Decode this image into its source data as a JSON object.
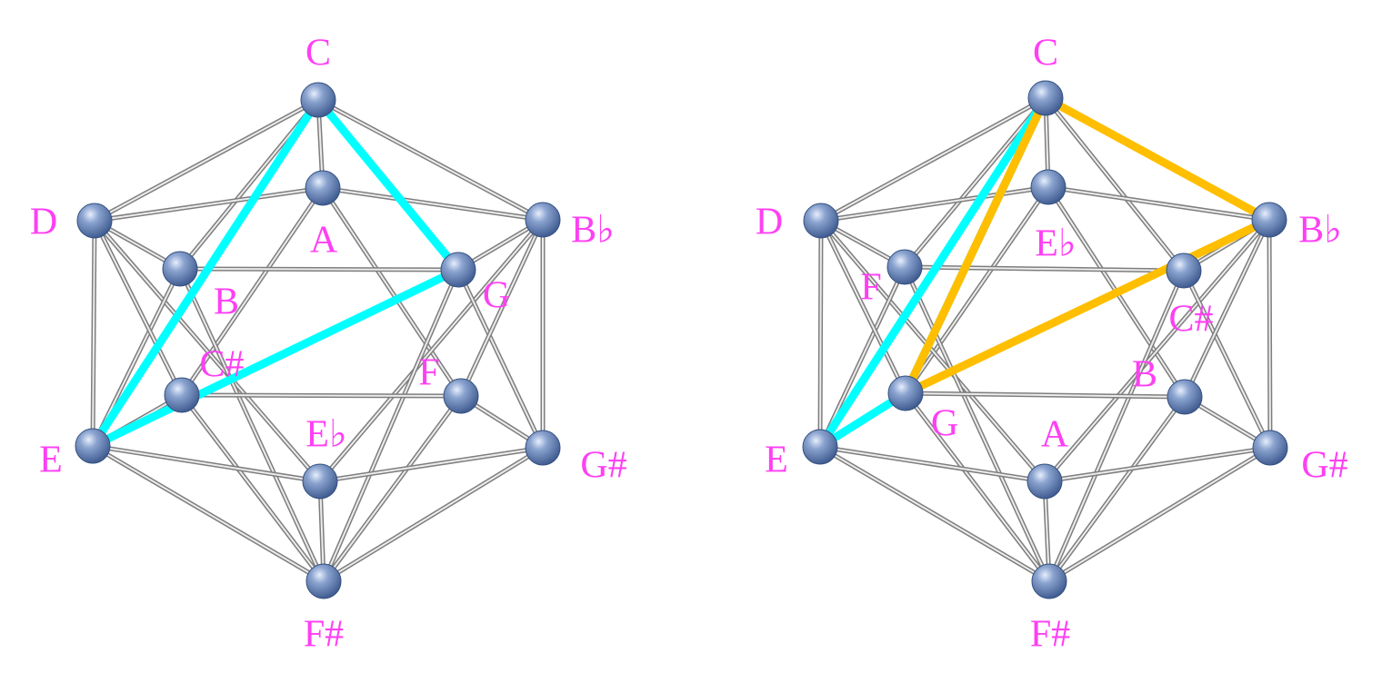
{
  "diagrams": [
    {
      "id": "left",
      "nodes": [
        {
          "id": "top",
          "label": "C"
        },
        {
          "id": "upper_center",
          "label": "A"
        },
        {
          "id": "upper_left",
          "label": "D"
        },
        {
          "id": "upper_right",
          "label": "B♭"
        },
        {
          "id": "inner_upper_left",
          "label": "B"
        },
        {
          "id": "inner_upper_right",
          "label": "G"
        },
        {
          "id": "inner_lower_left",
          "label": "C#"
        },
        {
          "id": "inner_lower_right",
          "label": "F"
        },
        {
          "id": "lower_left",
          "label": "E"
        },
        {
          "id": "lower_right",
          "label": "G#"
        },
        {
          "id": "lower_center",
          "label": "E♭"
        },
        {
          "id": "bottom",
          "label": "F#"
        }
      ],
      "highlights": [
        {
          "color": "#00ffff",
          "path": [
            "C",
            "G",
            "E"
          ],
          "closed": true
        }
      ]
    },
    {
      "id": "right",
      "nodes": [
        {
          "id": "top",
          "label": "C"
        },
        {
          "id": "upper_center",
          "label": "E♭"
        },
        {
          "id": "upper_left",
          "label": "D"
        },
        {
          "id": "upper_right",
          "label": "B♭"
        },
        {
          "id": "inner_upper_left",
          "label": "F"
        },
        {
          "id": "inner_upper_right",
          "label": "C#"
        },
        {
          "id": "inner_lower_left",
          "label": "G"
        },
        {
          "id": "inner_lower_right",
          "label": "B"
        },
        {
          "id": "lower_left",
          "label": "E"
        },
        {
          "id": "lower_right",
          "label": "G#"
        },
        {
          "id": "lower_center",
          "label": "A"
        },
        {
          "id": "bottom",
          "label": "F#"
        }
      ],
      "highlights": [
        {
          "color": "#00ffff",
          "path": [
            "C",
            "G",
            "E"
          ],
          "closed": true
        },
        {
          "color": "#ffbf00",
          "path": [
            "C",
            "G",
            "B♭"
          ],
          "closed": true
        }
      ]
    }
  ],
  "edges": [
    [
      "top",
      "upper_left"
    ],
    [
      "top",
      "upper_right"
    ],
    [
      "top",
      "upper_center"
    ],
    [
      "top",
      "inner_upper_left"
    ],
    [
      "top",
      "inner_upper_right"
    ],
    [
      "upper_center",
      "upper_left"
    ],
    [
      "upper_center",
      "upper_right"
    ],
    [
      "upper_center",
      "inner_lower_left"
    ],
    [
      "upper_center",
      "inner_lower_right"
    ],
    [
      "upper_left",
      "inner_upper_left"
    ],
    [
      "upper_left",
      "lower_left"
    ],
    [
      "upper_left",
      "lower_center"
    ],
    [
      "upper_right",
      "inner_upper_right"
    ],
    [
      "upper_right",
      "lower_right"
    ],
    [
      "upper_right",
      "lower_center"
    ],
    [
      "inner_upper_left",
      "inner_upper_right"
    ],
    [
      "inner_upper_left",
      "lower_left"
    ],
    [
      "inner_upper_left",
      "bottom"
    ],
    [
      "inner_upper_right",
      "lower_right"
    ],
    [
      "inner_upper_right",
      "bottom"
    ],
    [
      "inner_lower_left",
      "inner_lower_right"
    ],
    [
      "inner_lower_left",
      "upper_left"
    ],
    [
      "inner_lower_left",
      "lower_left"
    ],
    [
      "inner_lower_left",
      "bottom"
    ],
    [
      "inner_lower_right",
      "upper_right"
    ],
    [
      "inner_lower_right",
      "lower_right"
    ],
    [
      "inner_lower_right",
      "bottom"
    ],
    [
      "lower_left",
      "lower_center"
    ],
    [
      "lower_left",
      "bottom"
    ],
    [
      "lower_right",
      "lower_center"
    ],
    [
      "lower_right",
      "bottom"
    ],
    [
      "lower_center",
      "bottom"
    ]
  ],
  "node_color": "#5f7fb2"
}
